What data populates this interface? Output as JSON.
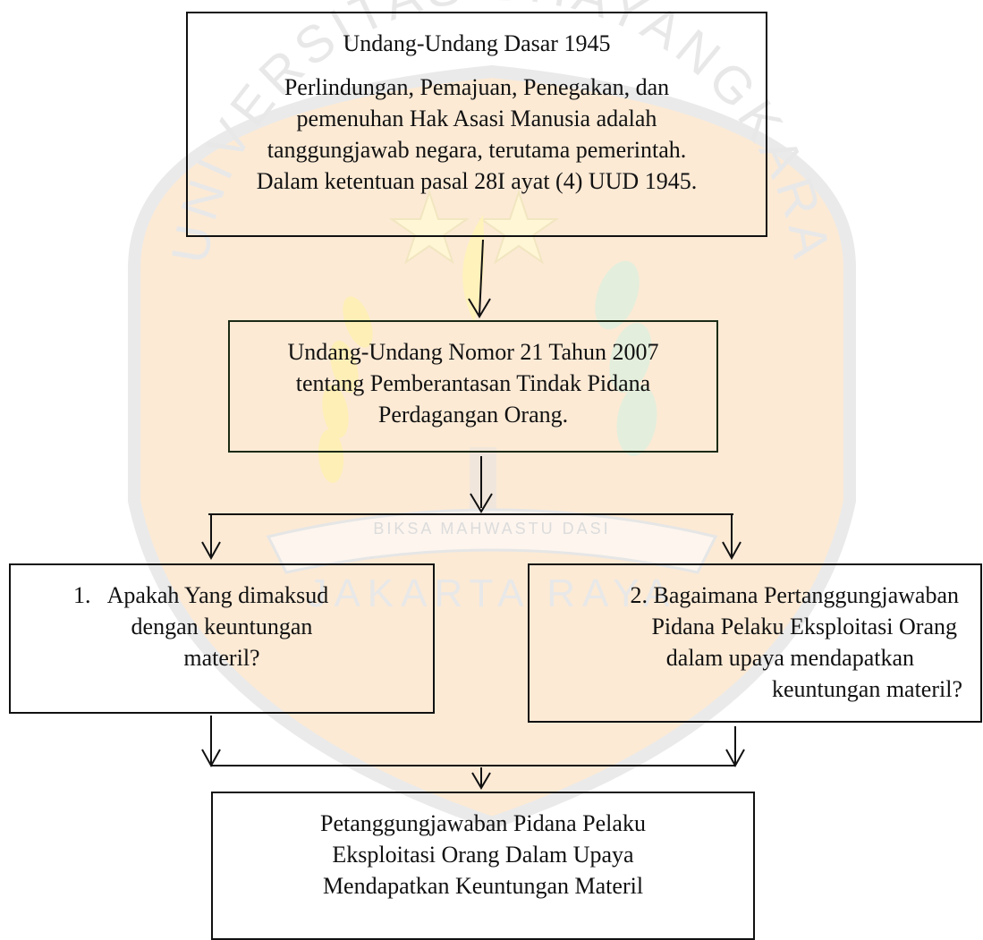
{
  "diagram": {
    "box_uud": {
      "title": "Undang-Undang Dasar 1945",
      "lines": [
        "Perlindungan, Pemajuan, Penegakan, dan",
        "pemenuhan Hak Asasi Manusia adalah",
        "tanggungjawab negara, terutama pemerintah.",
        "Dalam ketentuan pasal 28I ayat (4) UUD 1945."
      ]
    },
    "box_uu21": {
      "lines": [
        "Undang-Undang Nomor 21 Tahun 2007",
        "tentang Pemberantasan Tindak Pidana",
        "Perdagangan Orang."
      ]
    },
    "box_question1": {
      "lines": [
        "1.   Apakah Yang dimaksud",
        "dengan keuntungan",
        "materil?"
      ]
    },
    "box_question2": {
      "lines": [
        "2. Bagaimana Pertanggungjawaban",
        "Pidana Pelaku Eksploitasi Orang",
        "dalam upaya mendapatkan",
        "keuntungan materil?"
      ]
    },
    "box_conclusion": {
      "lines": [
        "Petanggungjawaban Pidana Pelaku",
        "Eksploitasi Orang Dalam Upaya",
        "Mendapatkan Keuntungan Materil"
      ]
    }
  },
  "watermark": {
    "arc_text": "UNIVERSITAS BHAYANGKARA",
    "ribbon_text": "BIKSA MAHWASTU DASI",
    "city_text": "JAKARTA RAYA",
    "colors": {
      "shield": "#fbe3c8",
      "shield_outline": "#e4e4e4",
      "flame": "#fff3b8",
      "leaves": "#e2efdd",
      "text": "#e8e8e8"
    }
  },
  "colors": {
    "stroke": "#111111",
    "text": "#111111"
  }
}
